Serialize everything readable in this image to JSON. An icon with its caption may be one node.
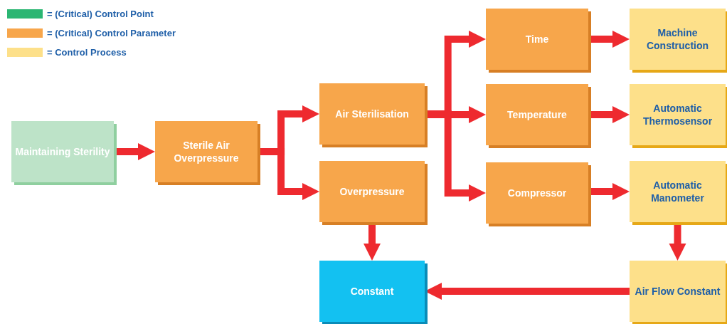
{
  "diagram": {
    "nodes": [
      {
        "text": [
          "Maintaining Sterility"
        ]
      },
      {
        "text": [
          "Sterile Air Overpressure"
        ]
      },
      {
        "text": [
          "Air Sterilisation"
        ]
      },
      {
        "text": [
          "Overpressure"
        ]
      },
      {
        "text": [
          "Time"
        ]
      },
      {
        "text": [
          "Temperature"
        ]
      },
      {
        "text": [
          "Compressor"
        ]
      },
      {
        "text": [
          "Machine Construction"
        ]
      },
      {
        "text": [
          "Automatic Thermosensor"
        ]
      },
      {
        "text": [
          "Automatic Manometer"
        ]
      },
      {
        "text": [
          "Constant"
        ]
      },
      {
        "text": [
          "Air Flow Constant"
        ]
      }
    ],
    "edges": [
      {
        "from": 0,
        "to": 1,
        "arrow": "to"
      },
      {
        "from": 1,
        "to": 2,
        "arrow": "to"
      },
      {
        "from": 1,
        "to": 3,
        "arrow": "to"
      },
      {
        "from": 2,
        "to": 4,
        "arrow": "to"
      },
      {
        "from": 2,
        "to": 5,
        "arrow": "to"
      },
      {
        "from": 2,
        "to": 6,
        "arrow": "to"
      },
      {
        "from": 4,
        "to": 7,
        "arrow": "to"
      },
      {
        "from": 5,
        "to": 8,
        "arrow": "to"
      },
      {
        "from": 6,
        "to": 9,
        "arrow": "to"
      },
      {
        "from": 3,
        "to": 10,
        "arrow": "to"
      },
      {
        "from": 9,
        "to": 11,
        "arrow": "to"
      },
      {
        "from": 11,
        "to": 10,
        "arrow": "to"
      }
    ],
    "legend": [
      {
        "text": "= (Critical) Control Point",
        "color": "#2bb673"
      },
      {
        "text": "= (Critical) Control Parameter",
        "color": "#f7a64b"
      },
      {
        "text": "= Control Process",
        "color": "#fde08a"
      }
    ]
  }
}
